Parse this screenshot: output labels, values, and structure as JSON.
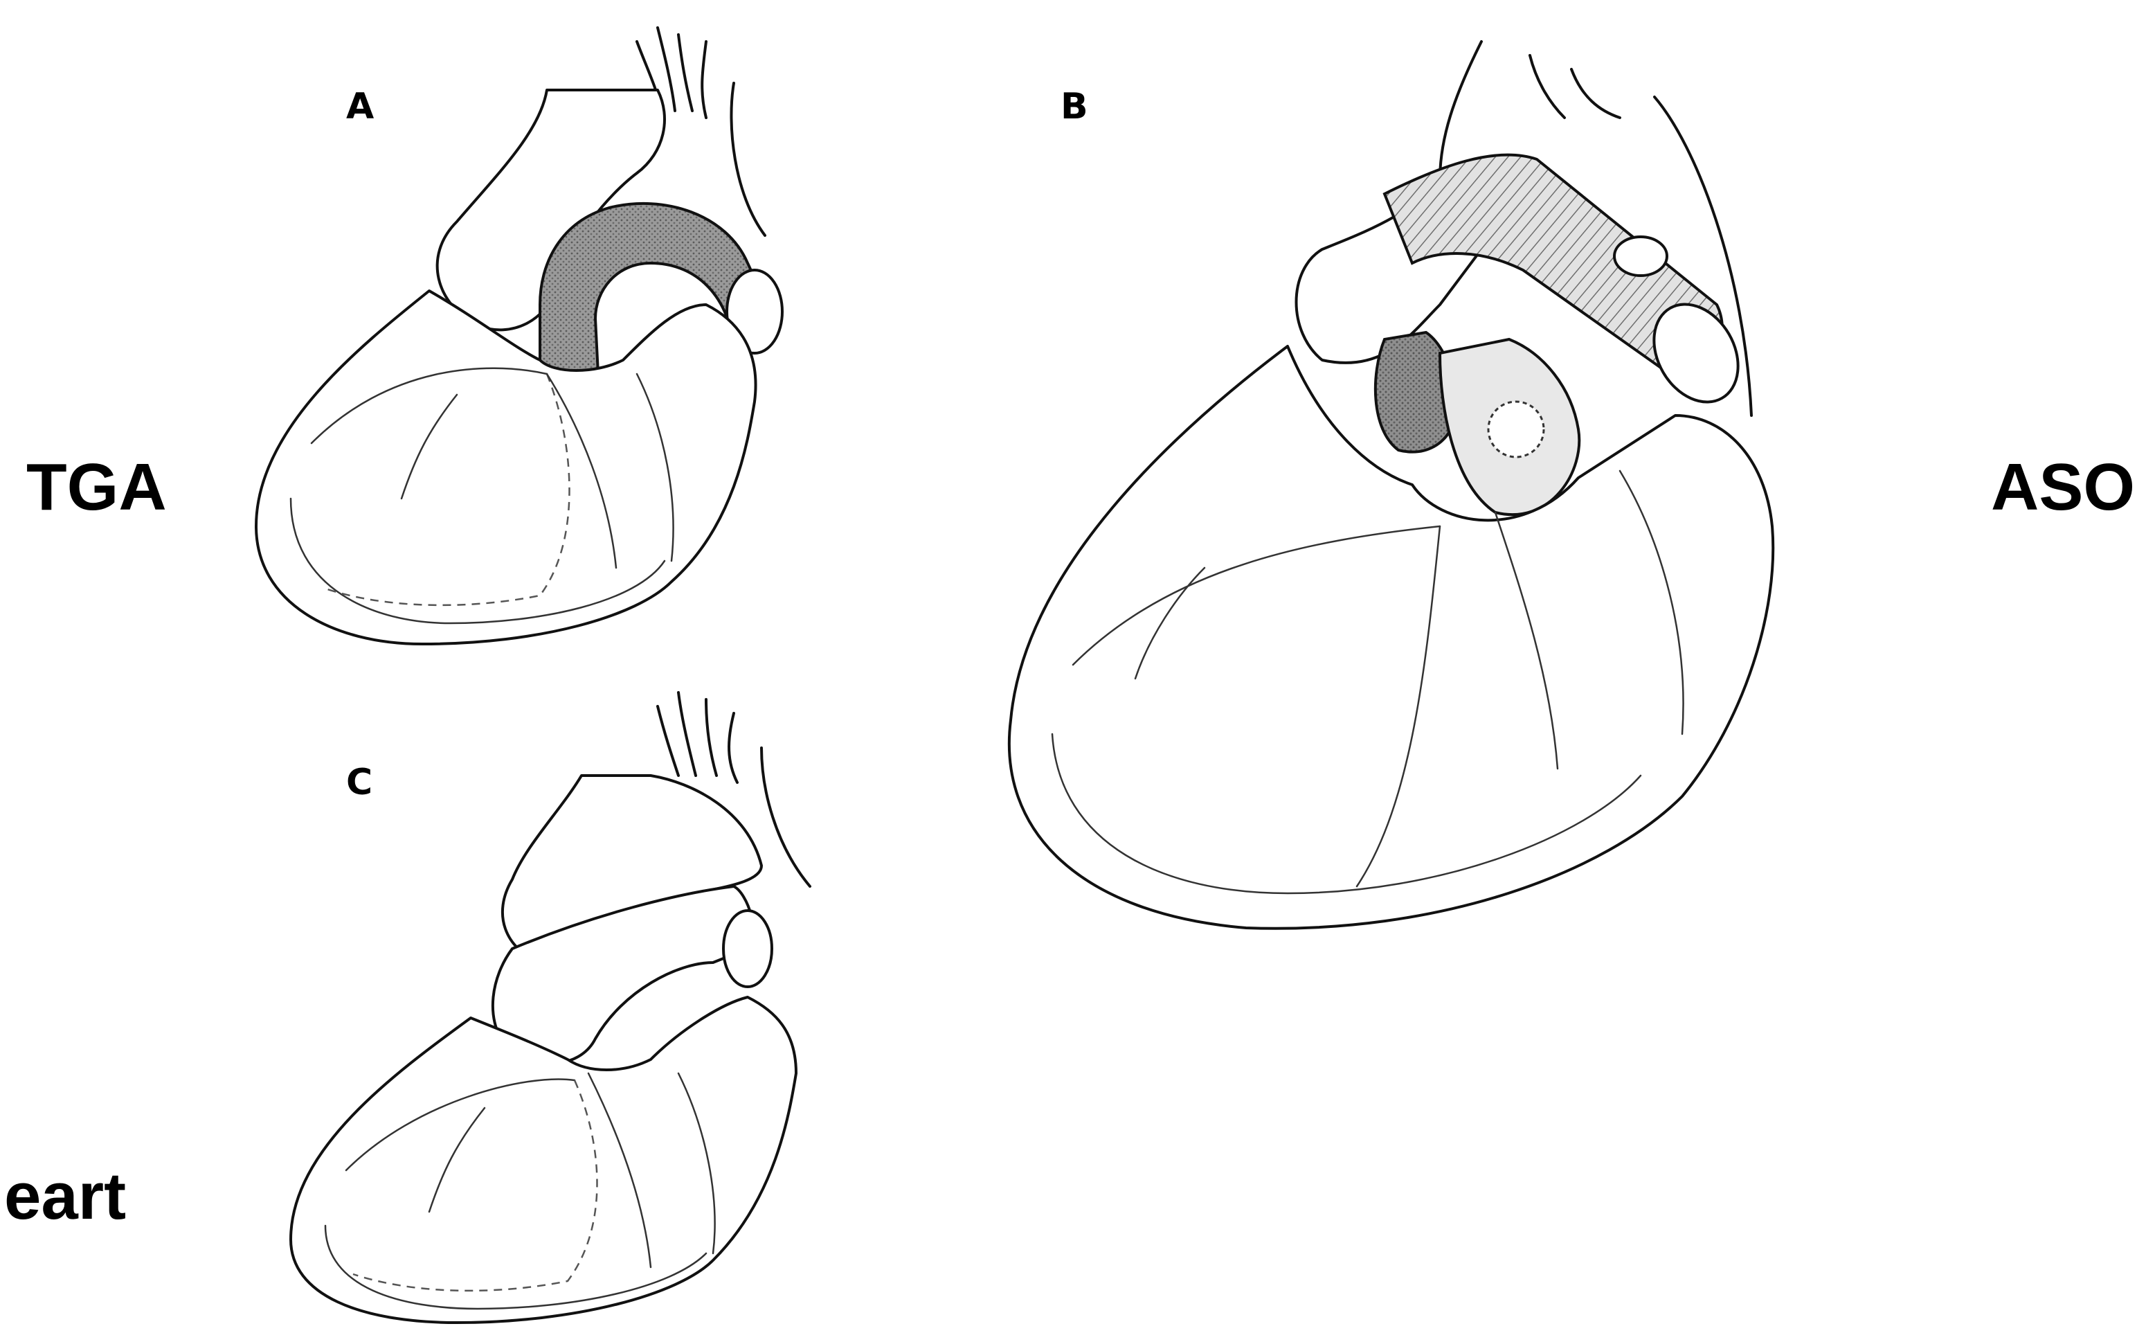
{
  "labels": {
    "tga": "TGA",
    "aso": "ASO",
    "heart_fragment": "eart"
  },
  "panels": {
    "a": "A",
    "b": "B",
    "c": "C"
  },
  "colors": {
    "background": "#ffffff",
    "line": "#111111",
    "shaded_vessel": "#8a8a8a",
    "hatched_graft": "#bdbdbd"
  }
}
